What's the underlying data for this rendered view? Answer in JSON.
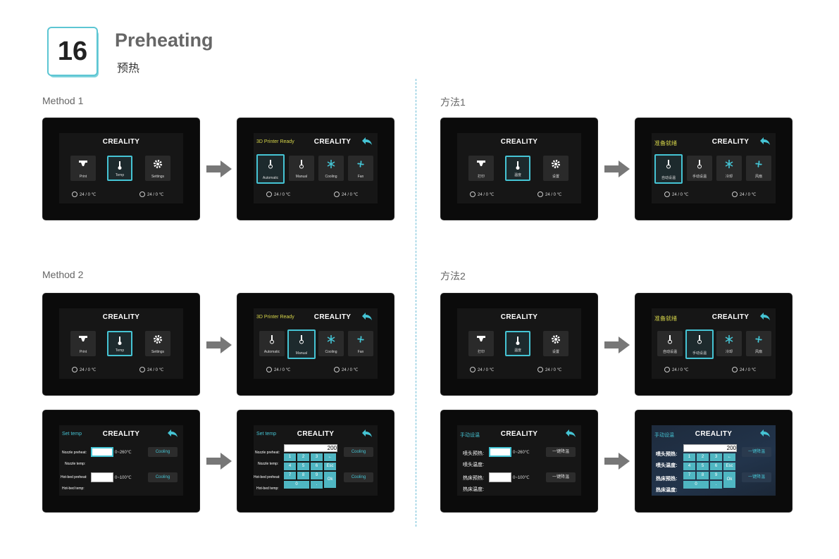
{
  "header": {
    "step_number": "16",
    "title": "Preheating",
    "subtitle": "预热"
  },
  "sections": {
    "en_method1": "Method 1",
    "en_method2": "Method 2",
    "zh_method1": "方法1",
    "zh_method2": "方法2"
  },
  "brand": "CREALITY",
  "en": {
    "status": "3D Printer Ready",
    "home": [
      "Print",
      "Temp",
      "Settings"
    ],
    "temp_menu": [
      "Automatic",
      "Manual",
      "Cooling",
      "Fan"
    ],
    "set_temp": "Set temp",
    "nozzle_preheat": "Nozzle preheat:",
    "nozzle_temp": "Nozzle temp:",
    "bed_preheat": "Hot-bed preheat:",
    "bed_temp": "Hot-bed temp:",
    "cooling": "Cooling"
  },
  "zh": {
    "status": "准备就绪",
    "home": [
      "打印",
      "温度",
      "设置"
    ],
    "temp_menu": [
      "自动设温",
      "手动设温",
      "冷却",
      "风扇"
    ],
    "set_temp": "手动设温",
    "nozzle_preheat": "喷头预热:",
    "nozzle_temp": "喷头温度:",
    "bed_preheat": "热床预热:",
    "bed_temp": "热床温度:",
    "cooling": "一键降温"
  },
  "temps": {
    "nozzle": "24  /  0 ℃",
    "bed": "24  /  0 ℃"
  },
  "ranges": {
    "nozzle": "0~260℃",
    "bed": "0~100℃"
  },
  "input_value": "200",
  "keypad": [
    "1",
    "2",
    "3",
    "←",
    "4",
    "5",
    "6",
    "Esc",
    "7",
    "8",
    "9",
    "Ok",
    "0",
    "."
  ],
  "colors": {
    "accent": "#45c4d4",
    "status": "#d7d64a",
    "screen_bg": "#161616"
  }
}
